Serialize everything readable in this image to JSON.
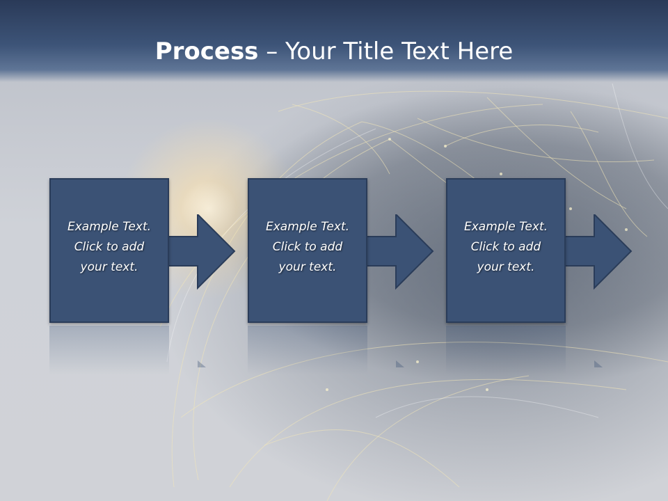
{
  "slide": {
    "title_bold": "Process",
    "title_rest": " – Your Title Text Here"
  },
  "steps": [
    {
      "text": "Example Text.\nClick  to add\nyour text."
    },
    {
      "text": "Example Text.\nClick  to add\nyour text."
    },
    {
      "text": "Example Text.\nClick  to add\nyour text."
    }
  ],
  "colors": {
    "box_fill": "#3b5275",
    "box_border": "#2a3c59",
    "title_bar": "#2a3a58"
  }
}
